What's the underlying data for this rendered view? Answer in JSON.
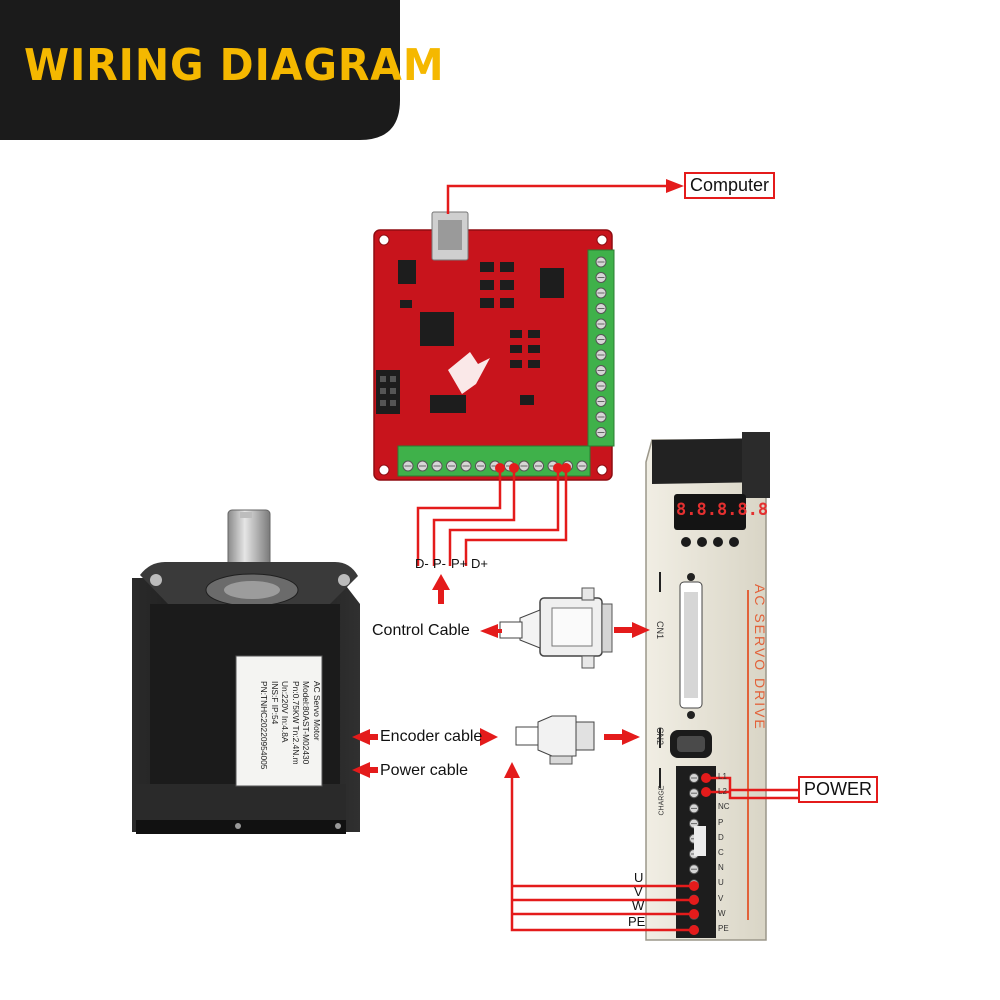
{
  "header": {
    "title": "WIRING DIAGRAM"
  },
  "labels": {
    "computer": "Computer",
    "control_cable": "Control Cable",
    "encoder_cable": "Encoder cable",
    "power_cable": "Power cable",
    "power": "POWER",
    "signals": [
      "D-",
      "P-",
      "P+",
      "D+"
    ],
    "phases": [
      "U",
      "V",
      "W",
      "PE"
    ]
  },
  "servo_drive": {
    "text": "AC SERVO DRIVE",
    "display": "8.8.8.8.8",
    "cn1": "CN1",
    "cn2": "CN2",
    "charge": "CHARGE",
    "terminals": [
      "L1",
      "L2",
      "NC",
      "P",
      "D",
      "C",
      "N",
      "U",
      "V",
      "W",
      "PE"
    ]
  },
  "motor_plate": {
    "lines": [
      "AC Servo Motor",
      "Model:80AST-M02430",
      "Pn:0.75KW    Tn:2.4N.m",
      "Un:220V     In:4.8A",
      "INS:F       IP:54",
      "PN:TNHC20220954005"
    ]
  },
  "colors": {
    "wire": "#e41b1b",
    "banner_bg": "#1b1b1b",
    "banner_text": "#f5b800",
    "board": "#c8141c",
    "terminal_green": "#3fb14a",
    "drive_body": "#e6e3d7"
  }
}
